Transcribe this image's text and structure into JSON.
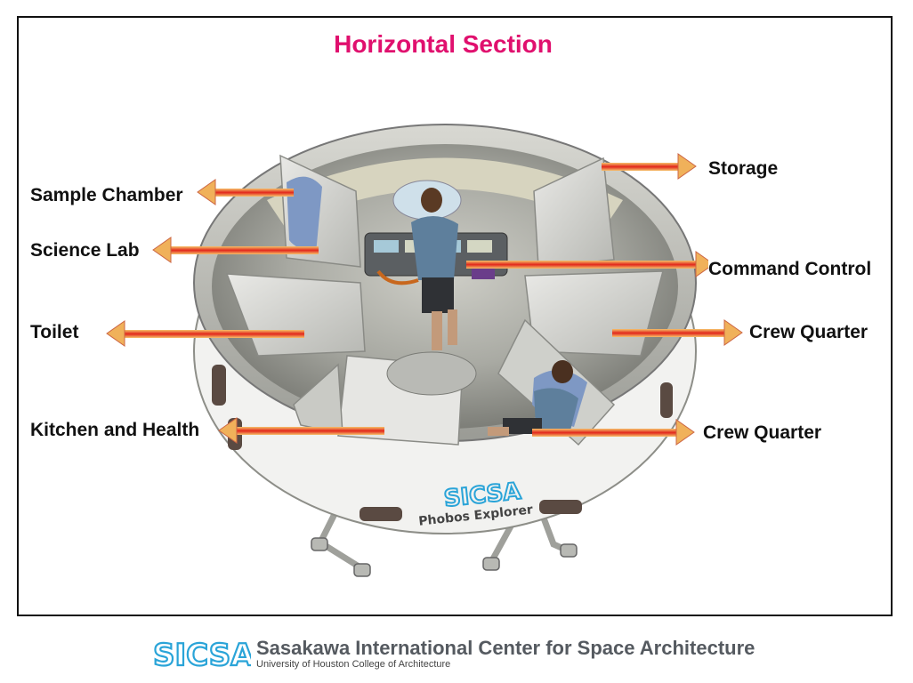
{
  "title": "Horizontal Section",
  "labels": {
    "sample_chamber": "Sample Chamber",
    "science_lab": "Science Lab",
    "toilet": "Toilet",
    "kitchen_health": "Kitchen and Health",
    "storage": "Storage",
    "command_control": "Command Control",
    "crew_quarter_upper": "Crew Quarter",
    "crew_quarter_lower": "Crew Quarter"
  },
  "module": {
    "logo_text": "SICSA",
    "name_text": "Phobos Explorer"
  },
  "footer": {
    "logo_text": "SICSA",
    "name": "Sasakawa International Center for Space Architecture",
    "subtitle": "University of Houston College of Architecture"
  },
  "colors": {
    "title": "#e0106e",
    "arrow_core": "#e8281e",
    "arrow_glow": "#f3b34a",
    "logo_blue": "#2aa4d8"
  },
  "icons": [
    "arrow-left-icon",
    "arrow-right-icon"
  ]
}
